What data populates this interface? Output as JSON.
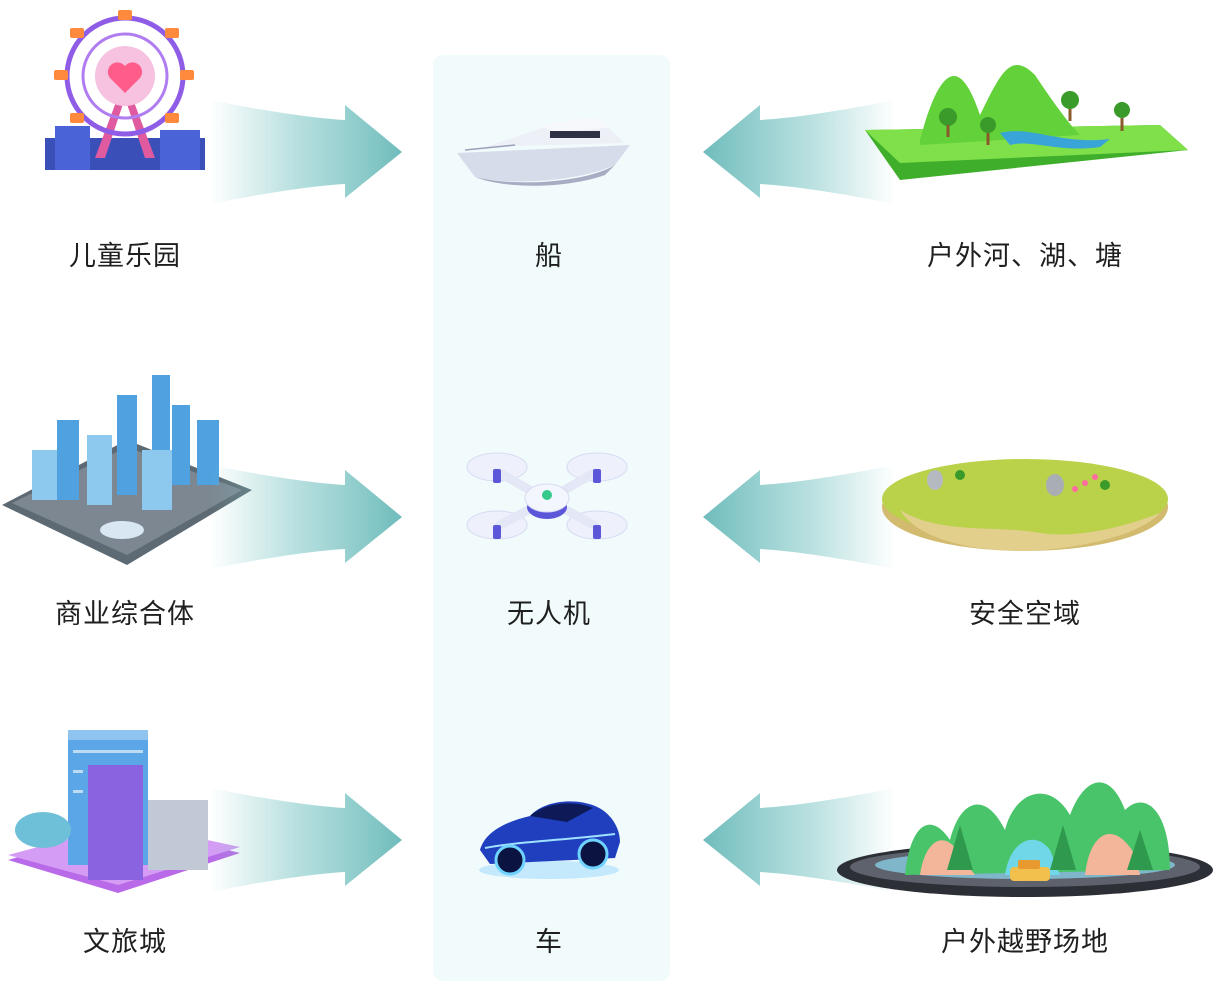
{
  "center": [
    {
      "label": "船",
      "icon": "boat-icon"
    },
    {
      "label": "无人机",
      "icon": "drone-icon"
    },
    {
      "label": "车",
      "icon": "car-icon"
    }
  ],
  "left": [
    {
      "label": "儿童乐园",
      "icon": "ferris-wheel-icon"
    },
    {
      "label": "商业综合体",
      "icon": "city-complex-icon"
    },
    {
      "label": "文旅城",
      "icon": "tourism-city-icon"
    }
  ],
  "right": [
    {
      "label": "户外河、湖、塘",
      "icon": "river-lake-icon"
    },
    {
      "label": "安全空域",
      "icon": "meadow-airspace-icon"
    },
    {
      "label": "户外越野场地",
      "icon": "offroad-field-icon"
    }
  ],
  "colors": {
    "panel": "#f1fbfc",
    "arrow": "#7dc6c5",
    "text": "#1f1f1f"
  }
}
